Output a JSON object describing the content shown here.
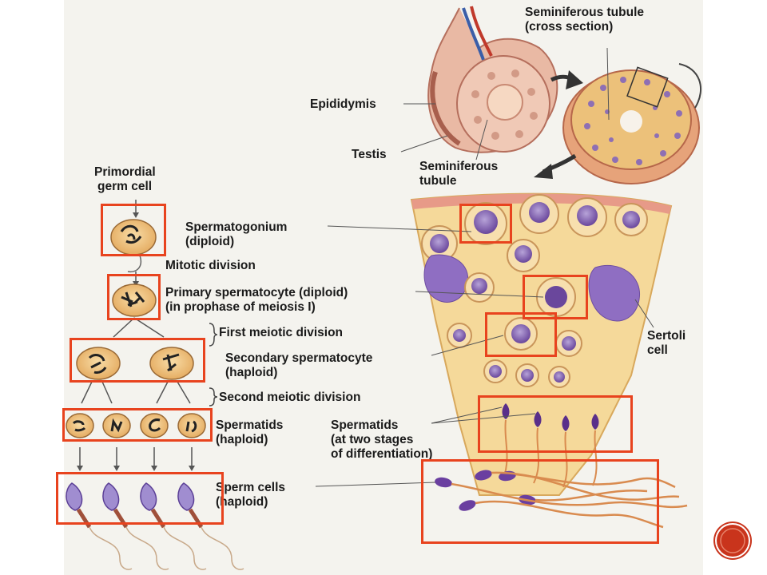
{
  "labels": {
    "seminiferous_tubule_cross_line1": "Seminiferous tubule",
    "seminiferous_tubule_cross_line2": "(cross section)",
    "epididymis": "Epididymis",
    "testis": "Testis",
    "seminiferous_tubule_line1": "Seminiferous",
    "seminiferous_tubule_line2": "tubule",
    "primordial_line1": "Primordial",
    "primordial_line2": "germ cell",
    "spermatogonium_line1": "Spermatogonium",
    "spermatogonium_line2": "(diploid)",
    "mitotic_division": "Mitotic division",
    "primary_line1": "Primary spermatocyte (diploid)",
    "primary_line2": "(in prophase of meiosis I)",
    "first_meiotic": "First meiotic division",
    "secondary_line1": "Secondary spermatocyte",
    "secondary_line2": "(haploid)",
    "second_meiotic": "Second meiotic division",
    "spermatids_line1": "Spermatids",
    "spermatids_line2": "(haploid)",
    "spermatids_stages_line1": "Spermatids",
    "spermatids_stages_line2": "(at two stages",
    "spermatids_stages_line3": "of differentiation)",
    "sperm_line1": "Sperm cells",
    "sperm_line2": "(haploid)",
    "sertoli_line1": "Sertoli",
    "sertoli_line2": "cell"
  },
  "colors": {
    "highlight": "#e8431e",
    "cell_fill": "#f1c27d",
    "nucleus": "#7a55a8",
    "tissue": "#f6d89a",
    "nav_button": "#c9341c"
  },
  "icons": {
    "nav": "circle-nav-button-icon"
  }
}
